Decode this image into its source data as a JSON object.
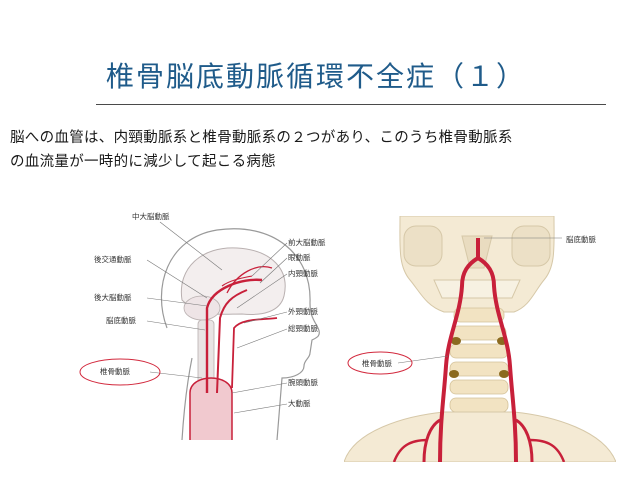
{
  "slide": {
    "title": "椎骨脳底動脈循環不全症（１）",
    "body_line_1": "脳への血管は、内頸動脈系と椎骨動脈系の２つがあり、このうち椎骨動脈系",
    "body_line_2": "の血流量が一時的に減少して起こる病態"
  },
  "left_figure": {
    "labels": {
      "chudai": "中大脳動脈",
      "zendai": "前大脳動脈",
      "gankou": "眼動脈",
      "naikei": "内頸動脈",
      "koukou": "後交通動脈",
      "koudai": "後大脳動脈",
      "gaikei": "外頸動脈",
      "noutei": "脳底動脈",
      "soukei": "総頸動脈",
      "tsuikotsu": "椎骨動脈",
      "wantou": "腕頭動脈",
      "daidou": "大動脈"
    }
  },
  "right_figure": {
    "labels": {
      "noutei": "脳底動脈",
      "tsuikotsu": "椎骨動脈"
    }
  },
  "colors": {
    "title": "#1f5b8a",
    "artery": "#c8203a",
    "highlight_circle": "#d2293d"
  }
}
